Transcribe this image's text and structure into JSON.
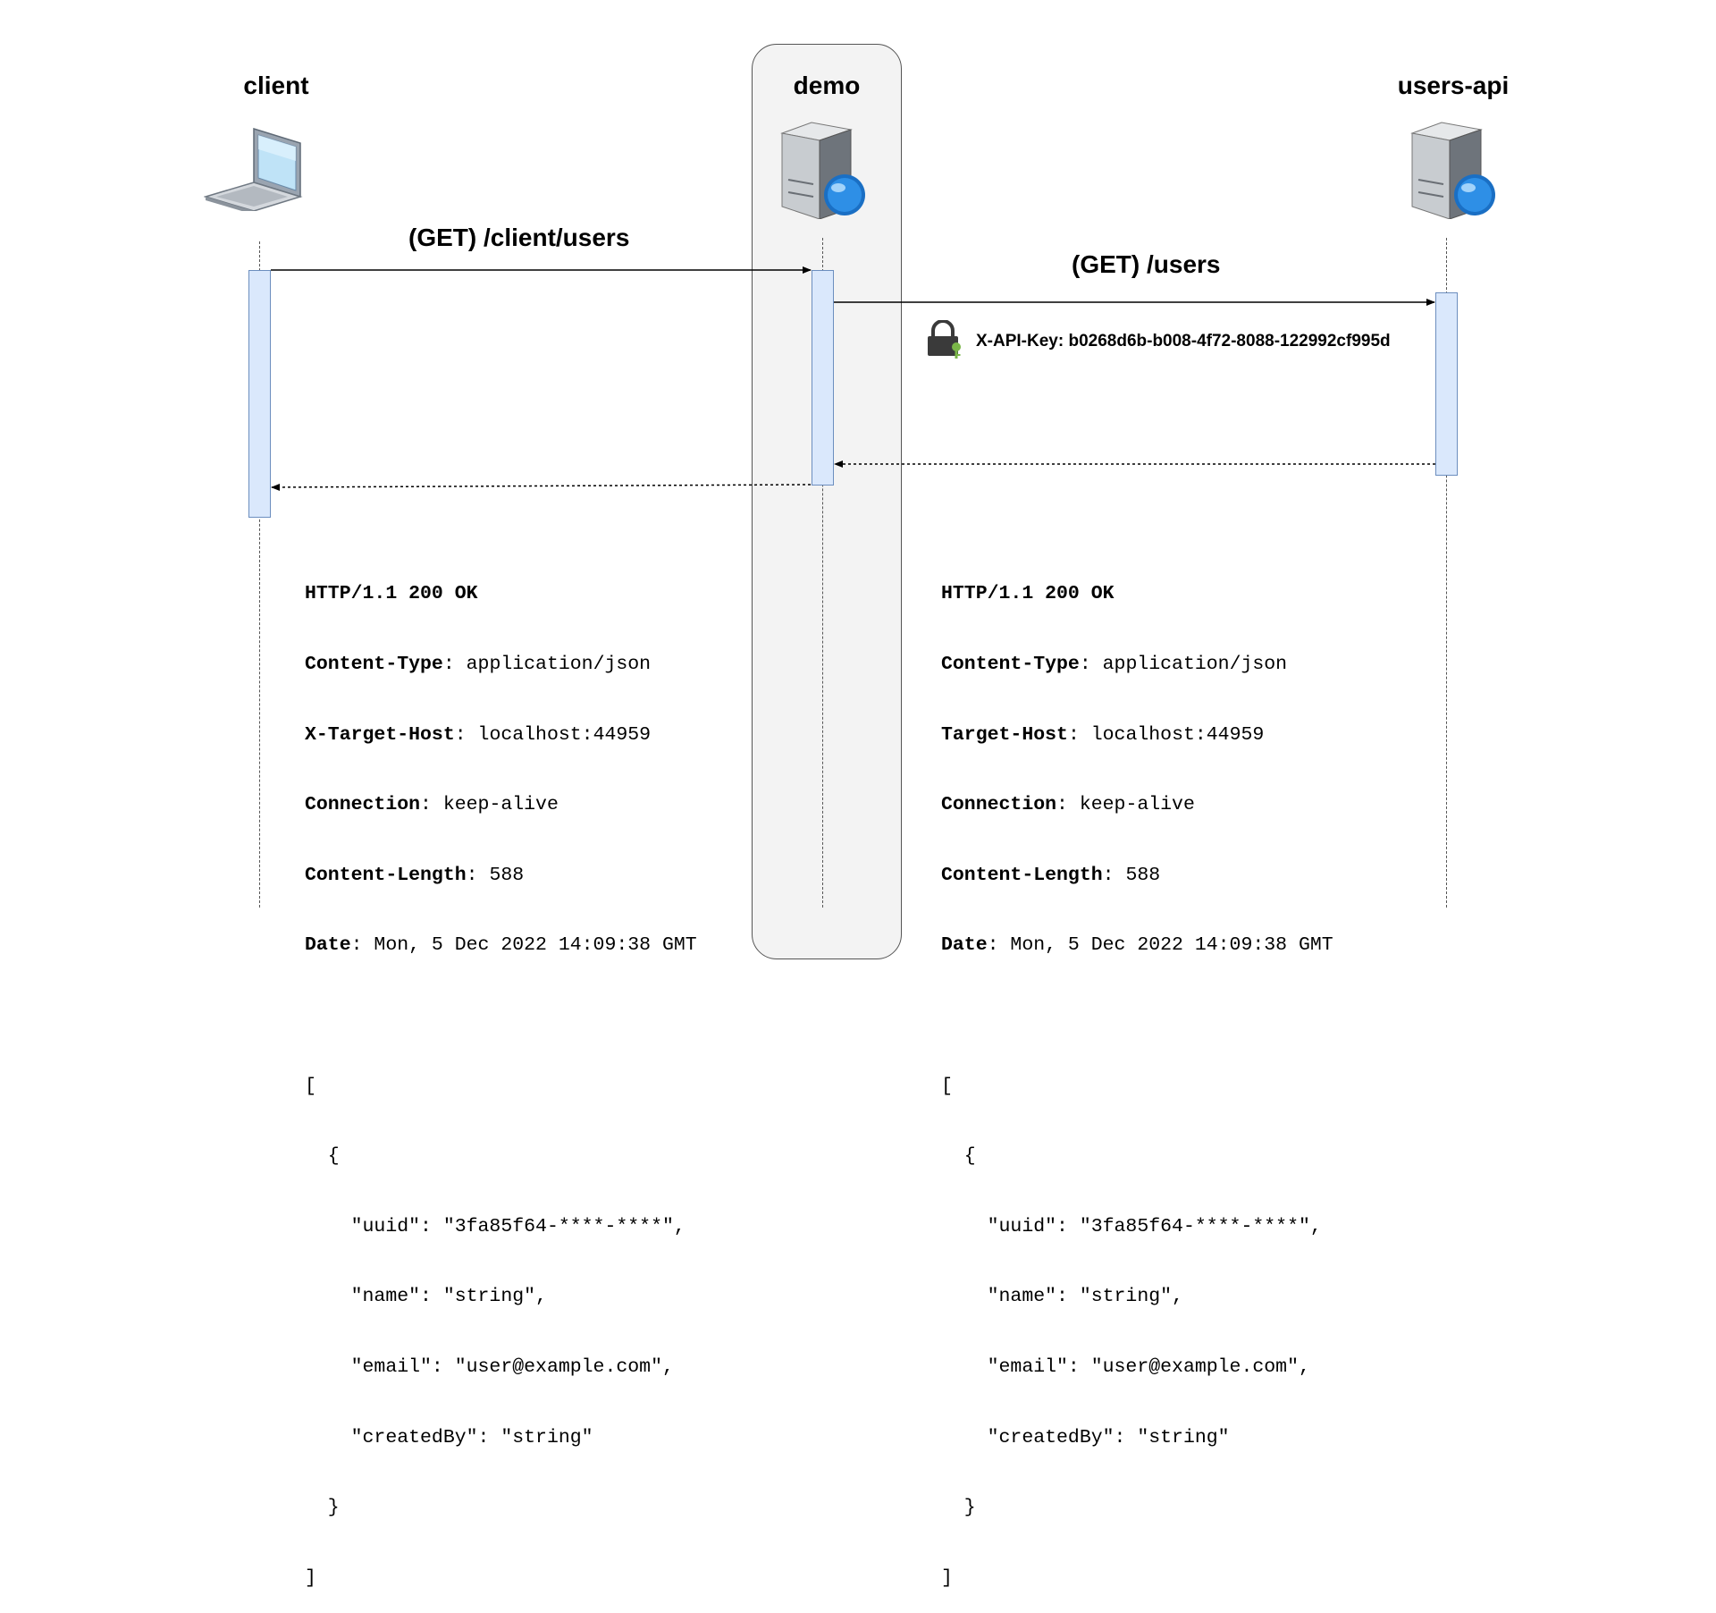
{
  "participants": [
    {
      "id": "client",
      "label": "client",
      "icon": "laptop-icon"
    },
    {
      "id": "demo",
      "label": "demo",
      "icon": "web-server-icon"
    },
    {
      "id": "users_api",
      "label": "users-api",
      "icon": "web-server-icon"
    }
  ],
  "messages": {
    "client_request": "(GET) /client/users",
    "api_request": "(GET) /users",
    "api_key_label": "X-API-Key: b0268d6b-b008-4f72-8088-122992cf995d"
  },
  "responses": {
    "client_response": {
      "headers": [
        {
          "name": "HTTP/1.1 200 OK",
          "value": ""
        },
        {
          "name": "Content-Type",
          "value": "application/json"
        },
        {
          "name": "X-Target-Host",
          "value": "localhost:44959"
        },
        {
          "name": "Connection",
          "value": "keep-alive"
        },
        {
          "name": "Content-Length",
          "value": "588"
        },
        {
          "name": "Date",
          "value": "Mon, 5 Dec 2022 14:09:38 GMT"
        }
      ],
      "body": [
        "[",
        "  {",
        "    \"uuid\": \"3fa85f64-****-****\",",
        "    \"name\": \"string\",",
        "    \"email\": \"user@example.com\",",
        "    \"createdBy\": \"string\"",
        "  }",
        "]"
      ]
    },
    "api_response": {
      "headers": [
        {
          "name": "HTTP/1.1 200 OK",
          "value": ""
        },
        {
          "name": "Content-Type",
          "value": "application/json"
        },
        {
          "name": "Target-Host",
          "value": "localhost:44959"
        },
        {
          "name": "Connection",
          "value": "keep-alive"
        },
        {
          "name": "Content-Length",
          "value": "588"
        },
        {
          "name": "Date",
          "value": "Mon, 5 Dec 2022 14:09:38 GMT"
        }
      ],
      "body": [
        "[",
        "  {",
        "    \"uuid\": \"3fa85f64-****-****\",",
        "    \"name\": \"string\",",
        "    \"email\": \"user@example.com\",",
        "    \"createdBy\": \"string\"",
        "  }",
        "]"
      ]
    }
  },
  "colors": {
    "activation_fill": "#dae8fc",
    "activation_stroke": "#6c8ebf",
    "demo_group_fill": "#f3f3f3",
    "key_green": "#7ab648"
  }
}
